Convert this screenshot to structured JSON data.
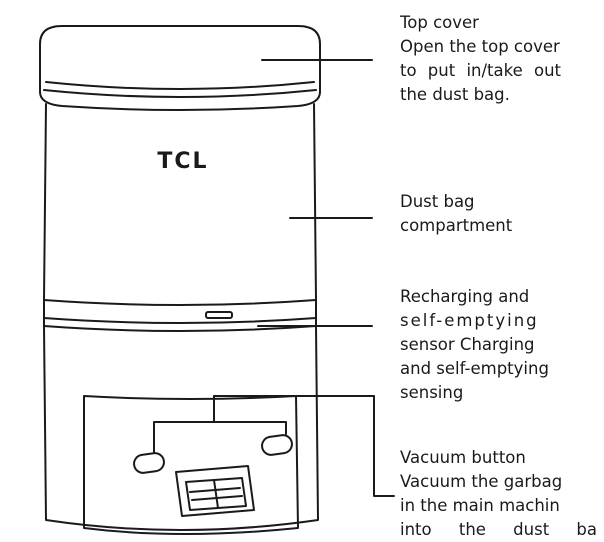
{
  "brand": {
    "logo_text": "TCL"
  },
  "callouts": {
    "top_cover": {
      "title": "Top cover",
      "description_lines": [
        "Open the top cover",
        "to put in/take out",
        "the dust bag."
      ]
    },
    "dust_bag": {
      "lines": [
        "Dust bag",
        "compartment"
      ]
    },
    "sensor": {
      "lines": [
        "Recharging and",
        "self-emptying",
        "sensor Charging",
        "and self-emptying",
        "sensing"
      ]
    },
    "vacuum_button": {
      "title": "Vacuum button",
      "description_lines": [
        "Vacuum the garbag",
        "in the main machin",
        "into the dust ba"
      ]
    }
  },
  "colors": {
    "line": "#1a1a1a",
    "background": "#ffffff"
  }
}
